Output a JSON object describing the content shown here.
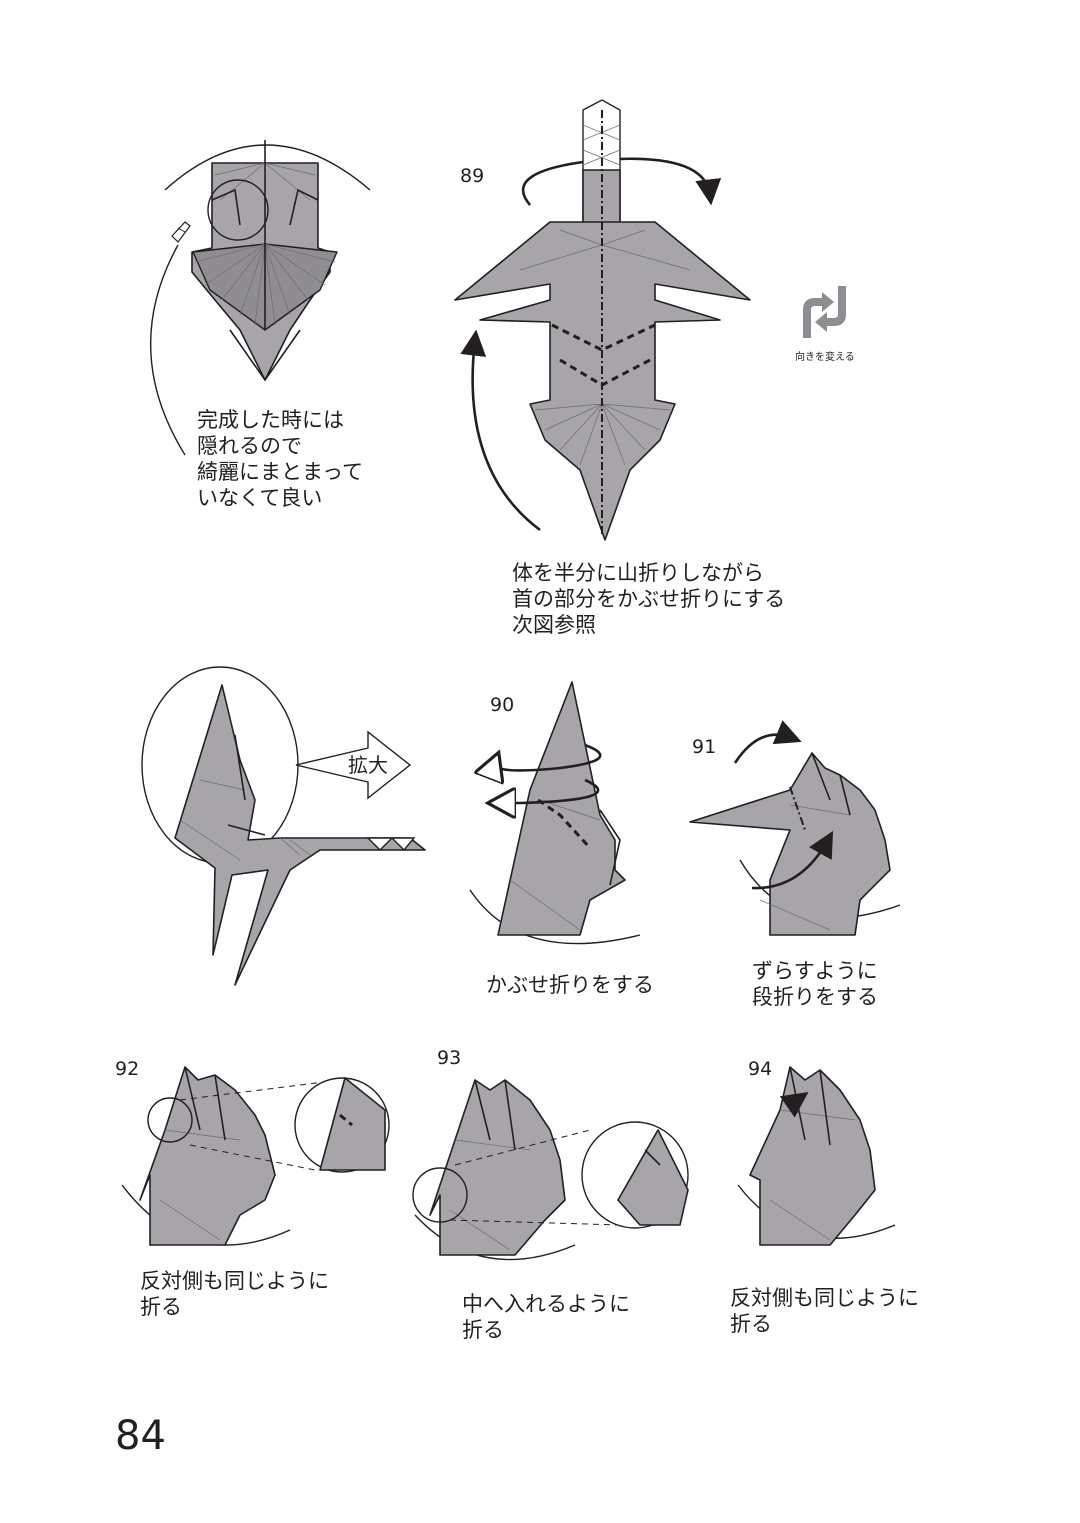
{
  "steps": {
    "s89": {
      "number": "89",
      "caption": "体を半分に山折りしながら\n首の部分をかぶせ折りにする\n次図参照"
    },
    "s90": {
      "number": "90",
      "caption": "かぶせ折りをする"
    },
    "s91": {
      "number": "91",
      "caption": "ずらすように\n段折りをする"
    },
    "s92": {
      "number": "92",
      "caption": "反対側も同じように\n折る"
    },
    "s93": {
      "number": "93",
      "caption": "中へ入れるように\n折る"
    },
    "s94": {
      "number": "94",
      "caption": "反対側も同じように\n折る"
    }
  },
  "notes": {
    "hidden_note": "完成した時には\n隠れるので\n綺麗にまとまって\nいなくて良い",
    "enlarge_label": "拡大",
    "rotate_label": "向きを変える"
  },
  "icons": [
    "pointing-hand-icon",
    "rotate-icon",
    "enlarge-arrow-icon"
  ],
  "colors": {
    "paper": "#a7a5aa",
    "line": "#231f20"
  },
  "page_number": "84"
}
